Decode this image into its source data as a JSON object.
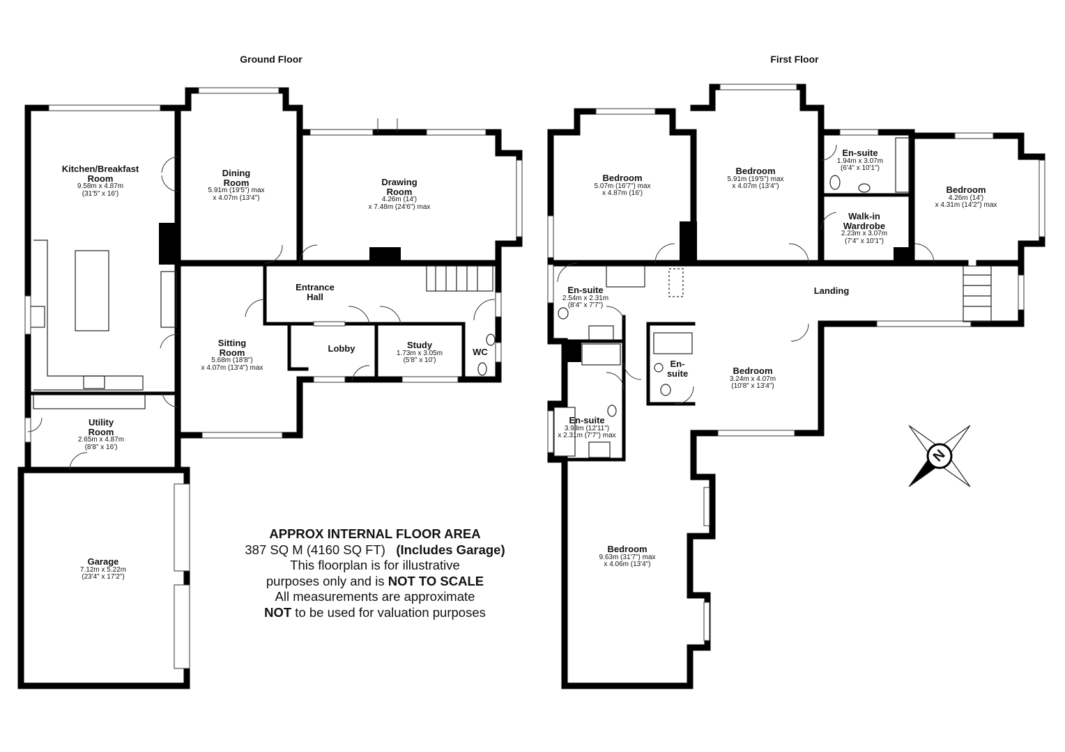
{
  "floors": {
    "ground": {
      "title": "Ground Floor",
      "rooms": {
        "kitchen": {
          "name1": "Kitchen/Breakfast",
          "name2": "Room",
          "dim1": "9.58m x 4.87m",
          "dim2": "(31'5\" x 16')"
        },
        "dining": {
          "name1": "Dining",
          "name2": "Room",
          "dim1": "5.91m (19'5\") max",
          "dim2": "x 4.07m (13'4\")"
        },
        "drawing": {
          "name1": "Drawing",
          "name2": "Room",
          "dim1": "4.26m (14')",
          "dim2": "x 7.48m (24'6\") max"
        },
        "entrance": {
          "name1": "Entrance",
          "name2": "Hall"
        },
        "sitting": {
          "name1": "Sitting",
          "name2": "Room",
          "dim1": "5.68m (18'8\")",
          "dim2": "x 4.07m (13'4\") max"
        },
        "lobby": {
          "name1": "Lobby"
        },
        "study": {
          "name1": "Study",
          "dim1": "1.73m x 3.05m",
          "dim2": "(5'8\" x 10')"
        },
        "wc": {
          "name1": "WC"
        },
        "utility": {
          "name1": "Utility",
          "name2": "Room",
          "dim1": "2.65m x 4.87m",
          "dim2": "(8'8\" x 16')"
        },
        "garage": {
          "name1": "Garage",
          "dim1": "7.12m x 5.22m",
          "dim2": "(23'4\" x 17'2\")"
        }
      }
    },
    "first": {
      "title": "First Floor",
      "rooms": {
        "bed1": {
          "name1": "Bedroom",
          "dim1": "5.07m (16'7\") max",
          "dim2": "x 4.87m (16')"
        },
        "bed2": {
          "name1": "Bedroom",
          "dim1": "5.91m (19'5\") max",
          "dim2": "x 4.07m (13'4\")"
        },
        "ensuite1": {
          "name1": "En-suite",
          "dim1": "1.94m x 3.07m",
          "dim2": "(6'4\" x 10'1\")"
        },
        "bed3": {
          "name1": "Bedroom",
          "dim1": "4.26m (14')",
          "dim2": "x 4.31m (14'2\") max"
        },
        "walkin": {
          "name1": "Walk-in",
          "name2": "Wardrobe",
          "dim1": "2.23m x 3.07m",
          "dim2": "(7'4\" x 10'1\")"
        },
        "ensuite2": {
          "name1": "En-suite",
          "dim1": "2.54m x 2.31m",
          "dim2": "(8'4\" x 7'7\")"
        },
        "landing": {
          "name1": "Landing"
        },
        "ensuite3": {
          "name1": "En-",
          "name2": "suite"
        },
        "bed4": {
          "name1": "Bedroom",
          "dim1": "3.24m x 4.07m",
          "dim2": "(10'8\" x 13'4\")"
        },
        "ensuite4": {
          "name1": "En-suite",
          "dim1": "3.93m (12'11\")",
          "dim2": "x 2.31m (7'7\") max"
        },
        "bed5": {
          "name1": "Bedroom",
          "dim1": "9.63m (31'7\") max",
          "dim2": "x 4.06m (13'4\")"
        }
      }
    }
  },
  "notes": {
    "line1": "APPROX INTERNAL FLOOR AREA",
    "line2a": "387 SQ M (4160 SQ FT)",
    "line2b": "(Includes Garage)",
    "line3": "This floorplan is for illustrative",
    "line4a": "purposes only and is",
    "line4b": "NOT TO SCALE",
    "line5": "All measurements are approximate",
    "line6a": "NOT",
    "line6b": "to be used for valuation purposes"
  },
  "compass": {
    "label": "N",
    "icon": "compass-icon"
  }
}
